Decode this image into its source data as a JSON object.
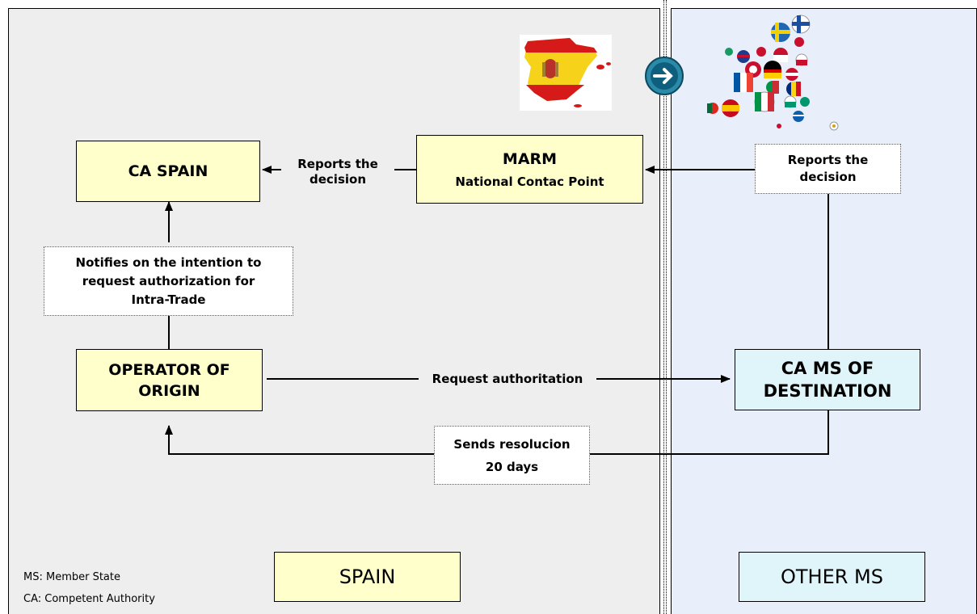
{
  "boxes": {
    "ca_spain": "CA SPAIN",
    "marm_title": "MARM",
    "marm_subtitle": "National Contac Point",
    "operator_line1": "OPERATOR OF",
    "operator_line2": "ORIGIN",
    "ca_ms_line1": "CA MS OF",
    "ca_ms_line2": "DESTINATION"
  },
  "labels": {
    "reports_left_line1": "Reports the",
    "reports_left_line2": "decision",
    "reports_right_line1": "Reports the",
    "reports_right_line2": "decision",
    "notifies_line1": "Notifies on the intention to",
    "notifies_line2": "request authorization for",
    "notifies_line3": "Intra-Trade",
    "request": "Request authoritation",
    "sends_line1": "Sends resolucion",
    "sends_line2": "20 days"
  },
  "regions": {
    "spain": "SPAIN",
    "other_ms": "OTHER MS"
  },
  "legend": {
    "ms": "MS: Member State",
    "ca": "CA: Competent Authority"
  },
  "images": {
    "spain_map": "spain-flag-map",
    "arrow_button": "arrow-right-circle-icon",
    "eu_flags": "eu-flag-bubbles"
  },
  "colors": {
    "box_yellow": "#ffffcc",
    "box_blue": "#dff5fa",
    "panel_left": "#eeeeee",
    "panel_right": "#e9eefb"
  }
}
